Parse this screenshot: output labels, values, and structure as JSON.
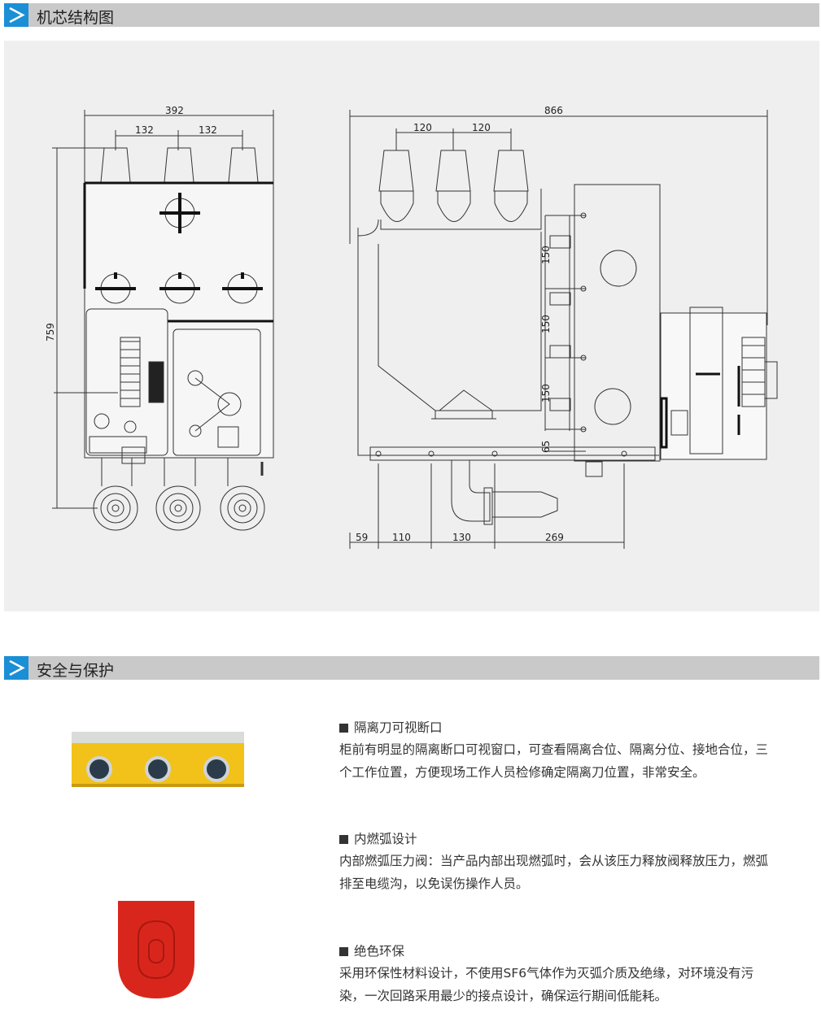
{
  "section1": {
    "title": "机芯结构图"
  },
  "drawing": {
    "left_dims": {
      "width_total": "392",
      "spacing_a": "132",
      "spacing_b": "132",
      "height": "759"
    },
    "right_dims": {
      "width_total": "866",
      "spacing_a": "120",
      "spacing_b": "120",
      "v1": "150",
      "v2": "150",
      "v3": "150",
      "v4": "65",
      "b1": "59",
      "b2": "110",
      "b3": "130",
      "b4": "269"
    }
  },
  "section2": {
    "title": "安全与保护"
  },
  "features": [
    {
      "heading": "隔离刀可视断口",
      "lines": [
        "柜前有明显的隔离断口可视窗口，可查看隔离合位、隔离分位、接地合位，三",
        "个工作位置，方便现场工作人员检修确定隔离刀位置，非常安全。"
      ]
    },
    {
      "heading": "内燃弧设计",
      "lines": [
        "内部燃弧压力阀：当产品内部出现燃弧时，会从该压力释放阀释放压力，燃弧",
        "排至电缆沟，以免误伤操作人员。"
      ]
    },
    {
      "heading": "绝色环保",
      "lines": [
        "采用环保性材料设计，不使用SF6气体作为灭弧介质及绝缘，对环境没有污",
        "染，一次回路采用最少的接点设计，确保运行期间低能耗。"
      ]
    }
  ],
  "colors": {
    "accent": "#1a8fd6",
    "header_bg": "#c9c9c9",
    "yellow": "#f2c21a",
    "red": "#d9261c"
  }
}
